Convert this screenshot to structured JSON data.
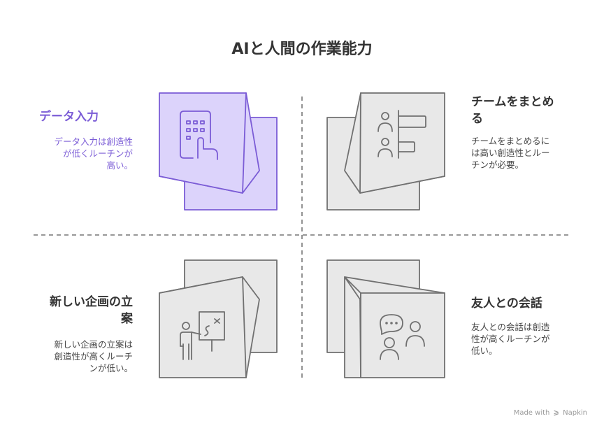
{
  "title": "AIと人間の作業能力",
  "quadrants": [
    {
      "id": "data-entry",
      "title": "データ入力",
      "description": [
        "データ入力は創造性",
        "が低くルーチンが",
        "高い。"
      ],
      "icon": "tablet-touch-icon",
      "highlighted": true
    },
    {
      "id": "team-management",
      "title": [
        "チームをまとめ",
        "る"
      ],
      "description": [
        "チームをまとめるに",
        "は高い創造性とルー",
        "チンが必要。"
      ],
      "icon": "people-org-chart-icon",
      "highlighted": false
    },
    {
      "id": "new-plan",
      "title": [
        "新しい企画の立",
        "案"
      ],
      "description": [
        "新しい企画の立案は",
        "創造性が高くルーチ",
        "ンが低い。"
      ],
      "icon": "presenter-whiteboard-icon",
      "highlighted": false
    },
    {
      "id": "friend-chat",
      "title": "友人との会話",
      "description": [
        "友人との会話は創造",
        "性が高くルーチンが",
        "低い。"
      ],
      "icon": "chat-people-icon",
      "highlighted": false
    }
  ],
  "colors": {
    "highlight_fill": "#dcd3fb",
    "highlight_stroke": "#7b5cd6",
    "box_fill": "#e8e8e8",
    "box_stroke": "#707070",
    "divider": "#777777",
    "text": "#333333"
  },
  "footer": {
    "prefix": "Made with",
    "glyph": "⩾",
    "brand": "Napkin"
  }
}
